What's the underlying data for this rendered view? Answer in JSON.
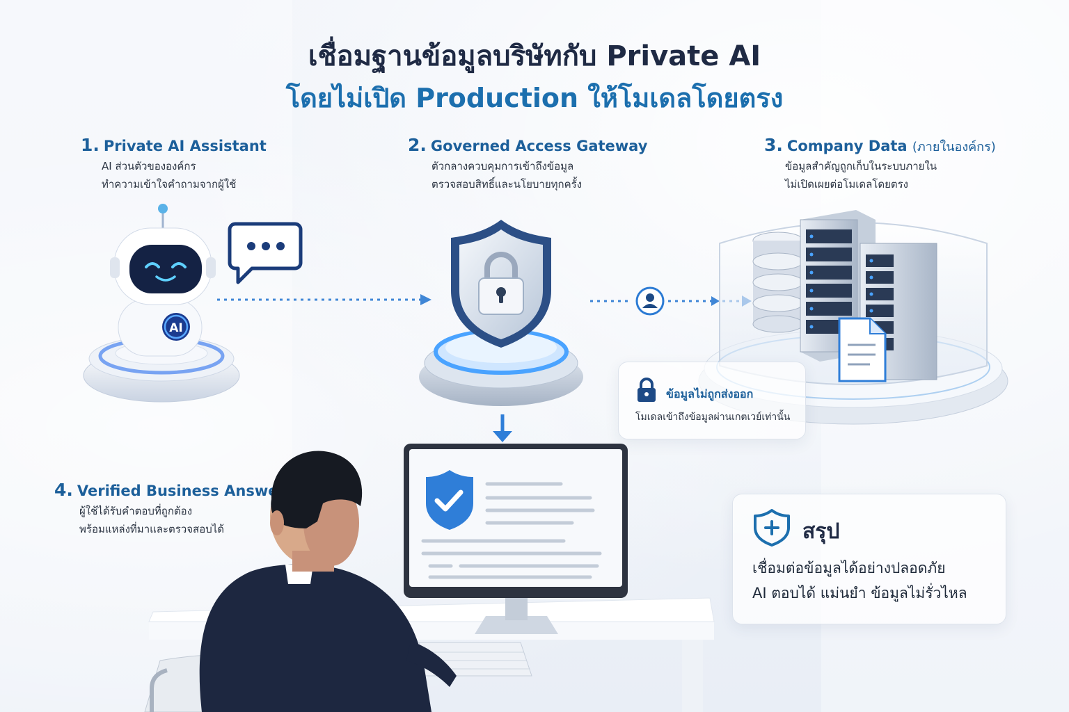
{
  "title": {
    "line1": "เชื่อมฐานข้อมูลบริษัทกับ Private AI",
    "line2": "โดยไม่เปิด Production ให้โมเดลโดยตรง"
  },
  "steps": [
    {
      "num": "1.",
      "title": "Private AI Assistant",
      "title_suffix": "",
      "desc": [
        "AI ส่วนตัวขององค์กร",
        "ทำความเข้าใจคำถามจากผู้ใช้"
      ]
    },
    {
      "num": "2.",
      "title": "Governed Access Gateway",
      "title_suffix": "",
      "desc": [
        "ตัวกลางควบคุมการเข้าถึงข้อมูล",
        "ตรวจสอบสิทธิ์และนโยบายทุกครั้ง"
      ]
    },
    {
      "num": "3.",
      "title": "Company Data",
      "title_suffix": "(ภายในองค์กร)",
      "desc": [
        "ข้อมูลสำคัญถูกเก็บในระบบภายใน",
        "ไม่เปิดเผยต่อโมเดลโดยตรง"
      ]
    },
    {
      "num": "4.",
      "title": "Verified Business Answer",
      "title_suffix": "",
      "desc": [
        "ผู้ใช้ได้รับคำตอบที่ถูกต้อง",
        "พร้อมแหล่งที่มาและตรวจสอบได้"
      ]
    }
  ],
  "robot_badge": "AI",
  "note": {
    "icon": "lock-icon",
    "heading": "ข้อมูลไม่ถูกส่งออก",
    "body": "โมเดลเข้าถึงข้อมูลผ่านเกตเวย์เท่านั้น"
  },
  "summary": {
    "icon": "shield-plus-icon",
    "heading": "สรุป",
    "line1": "เชื่อมต่อข้อมูลได้อย่างปลอดภัย",
    "line2": "AI ตอบได้ แม่นยำ ข้อมูลไม่รั่วไหล"
  },
  "colors": {
    "accent": "#1c6fae",
    "dark_heading": "#1f2a44",
    "glow": "#4aa3ff"
  }
}
